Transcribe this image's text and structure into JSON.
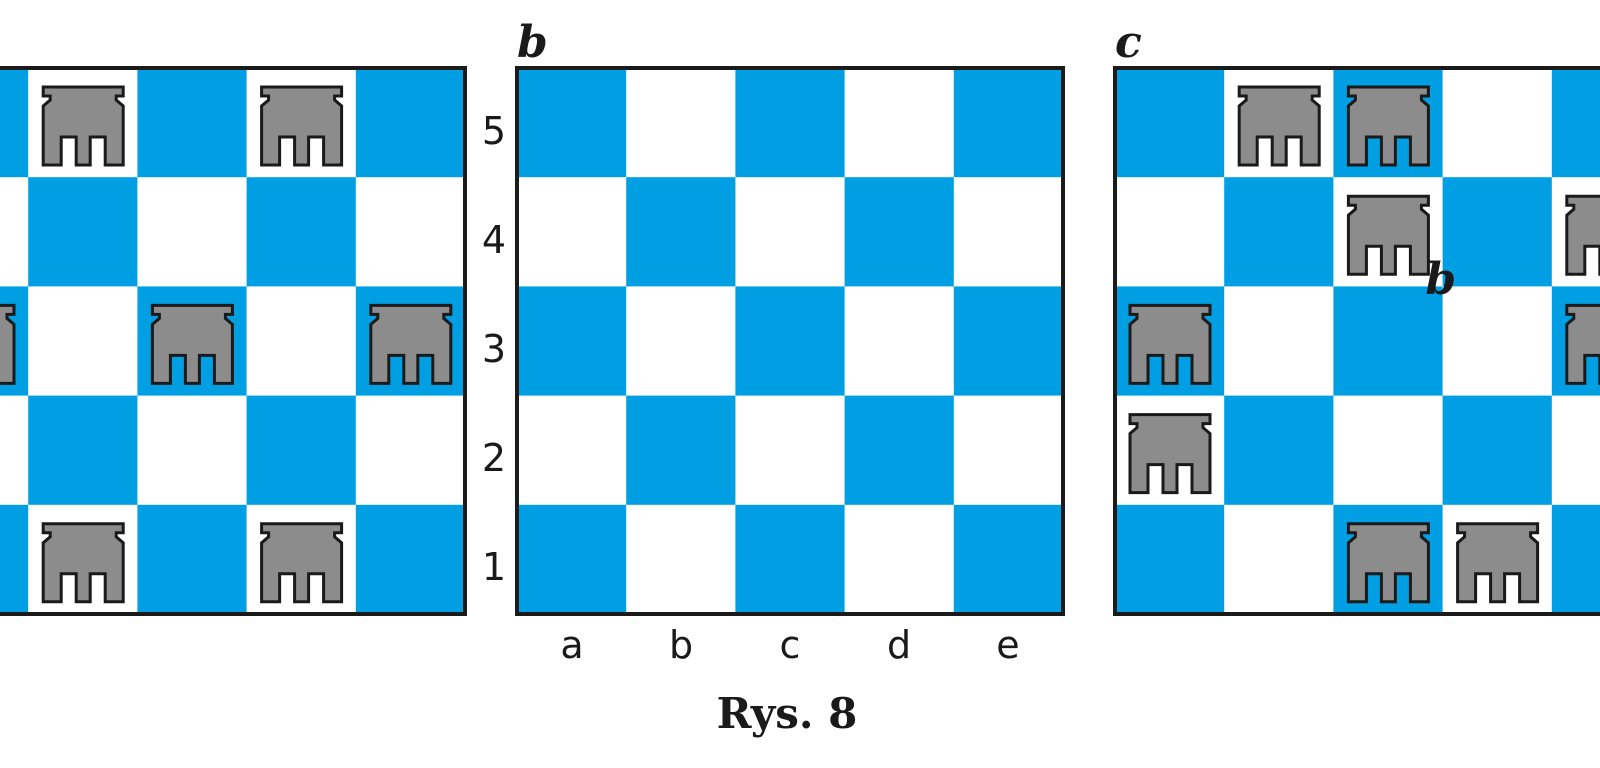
{
  "colors": {
    "dark_square": "#009fe3",
    "light_square": "#ffffff",
    "piece_fill": "#8c8c8c",
    "outline": "#1a1a1a"
  },
  "boards": [
    {
      "label": "",
      "files_visible": false,
      "rooks": [
        "b5",
        "d5",
        "a3",
        "c3",
        "e3",
        "b1",
        "d1"
      ]
    },
    {
      "label": "b",
      "files_visible": true,
      "rooks": []
    },
    {
      "label": "c",
      "files_visible": false,
      "rooks": [
        "b5",
        "c5",
        "c4",
        "e4",
        "a3",
        "e3",
        "a2",
        "c1",
        "d1"
      ],
      "annotation": {
        "text": "b",
        "square": "c4"
      }
    }
  ],
  "ranks": [
    "5",
    "4",
    "3",
    "2",
    "1"
  ],
  "files": [
    "a",
    "b",
    "c",
    "d",
    "e"
  ],
  "caption": "Rys. 8"
}
